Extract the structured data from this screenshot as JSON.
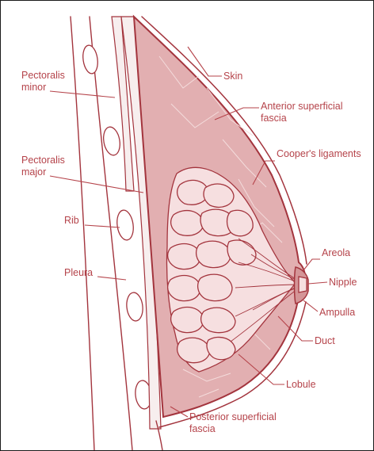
{
  "colors": {
    "tissue": "#e2afb1",
    "tissue_dark": "#d49597",
    "lobule_fill": "#f6dfe0",
    "outline": "#a3343d",
    "label": "#b5434a",
    "muscle": "#f7eeee",
    "background": "#ffffff"
  },
  "labels": {
    "pectoralis_minor": [
      "Pectoralis",
      "minor"
    ],
    "skin": "Skin",
    "anterior_superficial_fascia": [
      "Anterior superficial",
      "fascia"
    ],
    "pectoralis_major": [
      "Pectoralis",
      "major"
    ],
    "coopers_ligaments": "Cooper's ligaments",
    "rib": "Rib",
    "areola": "Areola",
    "pleura": "Pleura",
    "nipple": "Nipple",
    "ampulla": "Ampulla",
    "duct": "Duct",
    "lobule": "Lobule",
    "posterior_superficial_fascia": [
      "Posterior superficial",
      "fascia"
    ]
  }
}
